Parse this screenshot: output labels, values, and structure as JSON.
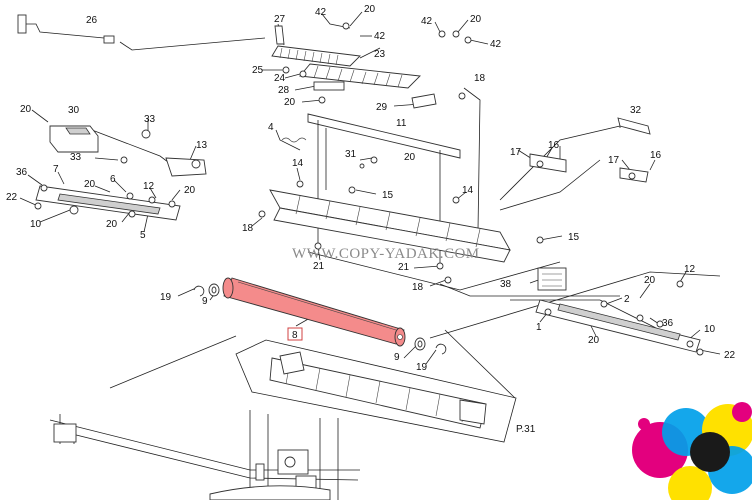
{
  "watermark": "WWW.COPY-YADAK.COM",
  "page_ref": "P.31",
  "highlight_color": "#f48b8b",
  "logo_colors": [
    "#e3007e",
    "#00a0e9",
    "#ffe100",
    "#1a1a1a"
  ],
  "callouts": [
    {
      "id": "c26",
      "label": "26"
    },
    {
      "id": "c27",
      "label": "27"
    },
    {
      "id": "c42a",
      "label": "42"
    },
    {
      "id": "c20a",
      "label": "20"
    },
    {
      "id": "c42b",
      "label": "42"
    },
    {
      "id": "c42c",
      "label": "42"
    },
    {
      "id": "c20b",
      "label": "20"
    },
    {
      "id": "c42d",
      "label": "42"
    },
    {
      "id": "c23",
      "label": "23"
    },
    {
      "id": "c25",
      "label": "25"
    },
    {
      "id": "c24",
      "label": "24"
    },
    {
      "id": "c28",
      "label": "28"
    },
    {
      "id": "c20c",
      "label": "20"
    },
    {
      "id": "c18a",
      "label": "18"
    },
    {
      "id": "c29",
      "label": "29"
    },
    {
      "id": "c20d",
      "label": "20"
    },
    {
      "id": "c30",
      "label": "30"
    },
    {
      "id": "c33a",
      "label": "33"
    },
    {
      "id": "c32",
      "label": "32"
    },
    {
      "id": "c11",
      "label": "11"
    },
    {
      "id": "c4",
      "label": "4"
    },
    {
      "id": "c13",
      "label": "13"
    },
    {
      "id": "c33b",
      "label": "33"
    },
    {
      "id": "c31",
      "label": "31"
    },
    {
      "id": "c20e",
      "label": "20"
    },
    {
      "id": "c17a",
      "label": "17"
    },
    {
      "id": "c16a",
      "label": "16"
    },
    {
      "id": "c14a",
      "label": "14"
    },
    {
      "id": "c36a",
      "label": "36"
    },
    {
      "id": "c7",
      "label": "7"
    },
    {
      "id": "c20f",
      "label": "20"
    },
    {
      "id": "c6",
      "label": "6"
    },
    {
      "id": "c12a",
      "label": "12"
    },
    {
      "id": "c20g",
      "label": "20"
    },
    {
      "id": "c15a",
      "label": "15"
    },
    {
      "id": "c17b",
      "label": "17"
    },
    {
      "id": "c16b",
      "label": "16"
    },
    {
      "id": "c22a",
      "label": "22"
    },
    {
      "id": "c14b",
      "label": "14"
    },
    {
      "id": "c10a",
      "label": "10"
    },
    {
      "id": "c20h",
      "label": "20"
    },
    {
      "id": "c5",
      "label": "5"
    },
    {
      "id": "c18b",
      "label": "18"
    },
    {
      "id": "c21a",
      "label": "21"
    },
    {
      "id": "c15b",
      "label": "15"
    },
    {
      "id": "c21b",
      "label": "21"
    },
    {
      "id": "c18c",
      "label": "18"
    },
    {
      "id": "c38",
      "label": "38"
    },
    {
      "id": "c20i",
      "label": "20"
    },
    {
      "id": "c12b",
      "label": "12"
    },
    {
      "id": "c19a",
      "label": "19"
    },
    {
      "id": "c9a",
      "label": "9"
    },
    {
      "id": "c2",
      "label": "2"
    },
    {
      "id": "c8",
      "label": "8"
    },
    {
      "id": "c1",
      "label": "1"
    },
    {
      "id": "c36b",
      "label": "36"
    },
    {
      "id": "c10b",
      "label": "10"
    },
    {
      "id": "c20j",
      "label": "20"
    },
    {
      "id": "c9b",
      "label": "9"
    },
    {
      "id": "c22b",
      "label": "22"
    },
    {
      "id": "c19b",
      "label": "19"
    }
  ]
}
